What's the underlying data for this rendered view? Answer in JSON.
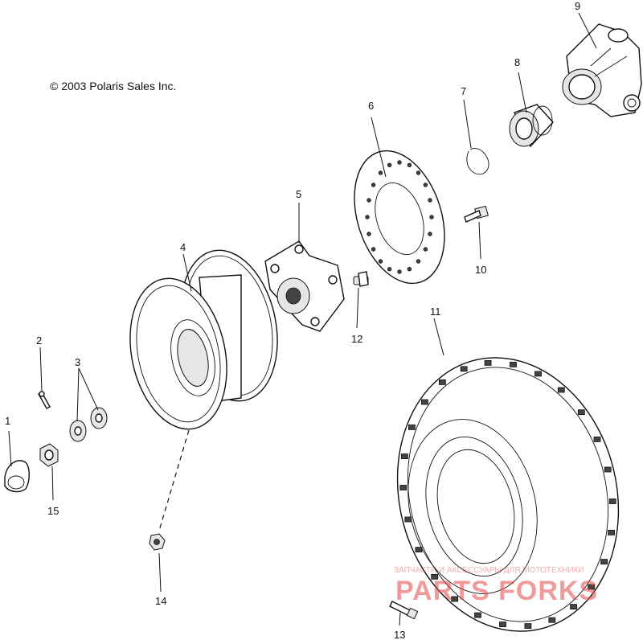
{
  "copyright": "© 2003 Polaris Sales Inc.",
  "callouts": [
    {
      "id": "1",
      "text": "1"
    },
    {
      "id": "2",
      "text": "2"
    },
    {
      "id": "3",
      "text": "3"
    },
    {
      "id": "4",
      "text": "4"
    },
    {
      "id": "5",
      "text": "5"
    },
    {
      "id": "6",
      "text": "6"
    },
    {
      "id": "7",
      "text": "7"
    },
    {
      "id": "8",
      "text": "8"
    },
    {
      "id": "9",
      "text": "9"
    },
    {
      "id": "10",
      "text": "10"
    },
    {
      "id": "11",
      "text": "11"
    },
    {
      "id": "12",
      "text": "12"
    },
    {
      "id": "13",
      "text": "13"
    },
    {
      "id": "14",
      "text": "14"
    },
    {
      "id": "15",
      "text": "15"
    }
  ],
  "watermark": {
    "logo_text": "PARTS FORKS",
    "tagline": "ЗАПЧАСТИ И АКСЕССУАРЫ ДЛЯ МОТОТЕХНИКИ"
  }
}
